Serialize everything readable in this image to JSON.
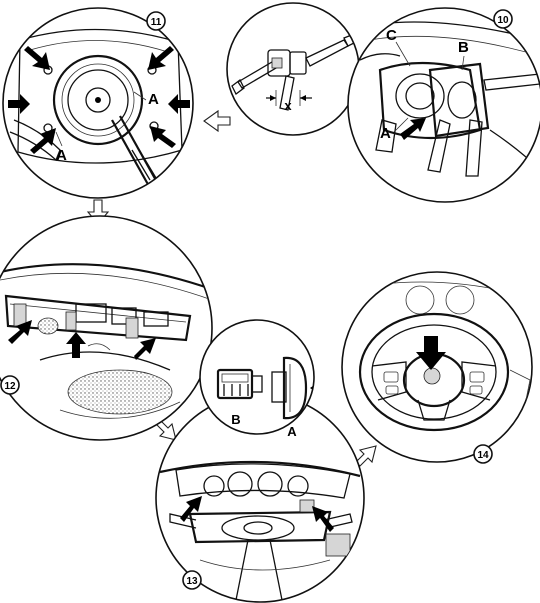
{
  "figure": {
    "steps": {
      "s10": "10",
      "s11": "11",
      "s12": "12",
      "s13": "13",
      "s14": "14"
    },
    "labels": {
      "a": "A",
      "b": "B",
      "c": "C",
      "x": "x"
    }
  }
}
